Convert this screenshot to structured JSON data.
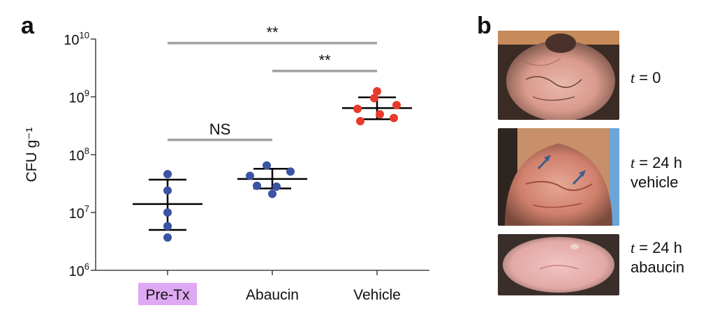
{
  "figure": {
    "panel_a_letter": "a",
    "panel_b_letter": "b"
  },
  "chart_data": {
    "type": "scatter",
    "title": "",
    "xlabel": "",
    "ylabel": "CFU g⁻¹",
    "yscale": "log",
    "ylim": [
      1000000,
      10000000000
    ],
    "yticks": [
      {
        "value": 1000000,
        "base": "10",
        "exp": "6"
      },
      {
        "value": 10000000,
        "base": "10",
        "exp": "7"
      },
      {
        "value": 100000000,
        "base": "10",
        "exp": "8"
      },
      {
        "value": 1000000000,
        "base": "10",
        "exp": "9"
      },
      {
        "value": 10000000000,
        "base": "10",
        "exp": "10"
      }
    ],
    "categories": [
      "Pre-Tx",
      "Abaucin",
      "Vehicle"
    ],
    "highlighted_category": "Pre-Tx",
    "highlight_color": "#dfa8f2",
    "groups": [
      {
        "category": "Pre-Tx",
        "color": "#3a53a4",
        "points": [
          46000000,
          24000000,
          10000000,
          5800000,
          3700000
        ],
        "mean": 14000000,
        "sd_low": 5000000,
        "sd_high": 37000000
      },
      {
        "category": "Abaucin",
        "color": "#3a53a4",
        "points": [
          65000000,
          43000000,
          51000000,
          29000000,
          21000000,
          28000000
        ],
        "mean": 38000000,
        "sd_low": 26000000,
        "sd_high": 57000000
      },
      {
        "category": "Vehicle",
        "color": "#e8392b",
        "points": [
          1250000000,
          950000000,
          620000000,
          720000000,
          500000000,
          380000000,
          430000000
        ],
        "mean": 640000000,
        "sd_low": 410000000,
        "sd_high": 980000000
      }
    ],
    "significance": [
      {
        "from": "Pre-Tx",
        "to": "Vehicle",
        "label": "**",
        "y": 8500000000
      },
      {
        "from": "Abaucin",
        "to": "Vehicle",
        "label": "**",
        "y": 2800000000
      },
      {
        "from": "Pre-Tx",
        "to": "Abaucin",
        "label": "NS",
        "y": 180000000
      }
    ],
    "bar_color": "#a0a0a0",
    "grid": false
  },
  "panel_b": {
    "images": [
      {
        "label_italic": "t",
        "label_rest": " = 0",
        "label_line2": ""
      },
      {
        "label_italic": "t",
        "label_rest": " = 24 h",
        "label_line2": "vehicle"
      },
      {
        "label_italic": "t",
        "label_rest": " = 24 h",
        "label_line2": "abaucin"
      }
    ]
  }
}
